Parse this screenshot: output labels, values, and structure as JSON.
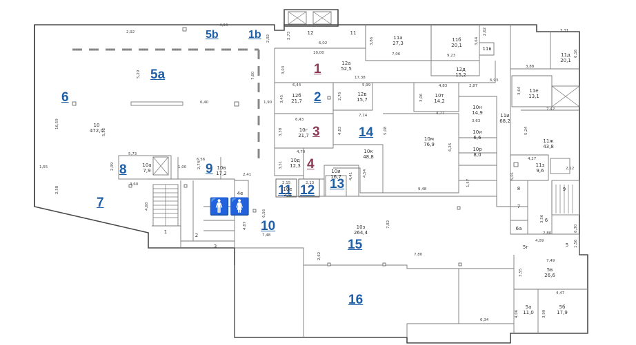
{
  "zone_labels": [
    {
      "text": "5b",
      "color": "#1f5fa8"
    },
    {
      "text": "1b",
      "color": "#1f5fa8"
    },
    {
      "text": "5a",
      "color": "#1f5fa8"
    },
    {
      "text": "6",
      "color": "#1f5fa8"
    },
    {
      "text": "1",
      "color": "#8b3a55"
    },
    {
      "text": "2",
      "color": "#1f5fa8"
    },
    {
      "text": "3",
      "color": "#8b3a55"
    },
    {
      "text": "14",
      "color": "#1f5fa8"
    },
    {
      "text": "4",
      "color": "#8b3a55"
    },
    {
      "text": "8",
      "color": "#1f5fa8"
    },
    {
      "text": "9",
      "color": "#1f5fa8"
    },
    {
      "text": "11",
      "color": "#1f5fa8"
    },
    {
      "text": "12",
      "color": "#1f5fa8"
    },
    {
      "text": "13",
      "color": "#1f5fa8"
    },
    {
      "text": "7",
      "color": "#1f5fa8"
    },
    {
      "text": "10",
      "color": "#1f5fa8"
    },
    {
      "text": "15",
      "color": "#1f5fa8"
    },
    {
      "text": "16",
      "color": "#1f5fa8"
    }
  ],
  "rooms": [
    {
      "id": "10",
      "area": "472,0"
    },
    {
      "id": "12",
      "area": ""
    },
    {
      "id": "11",
      "area": ""
    },
    {
      "id": "11а",
      "area": "27,3"
    },
    {
      "id": "11б",
      "area": "20,1"
    },
    {
      "id": "11в",
      "area": ""
    },
    {
      "id": "11д",
      "area": "20,1"
    },
    {
      "id": "12а",
      "area": "52,5"
    },
    {
      "id": "12д",
      "area": "15,2"
    },
    {
      "id": "12б",
      "area": "21,7"
    },
    {
      "id": "12в",
      "area": "15,7"
    },
    {
      "id": "10т",
      "area": "14,2"
    },
    {
      "id": "11е",
      "area": "13,1"
    },
    {
      "id": "10н",
      "area": "14,9"
    },
    {
      "id": "11и",
      "area": "68,2"
    },
    {
      "id": "10г",
      "area": "21,7"
    },
    {
      "id": "10к",
      "area": "48,8"
    },
    {
      "id": "10м",
      "area": "76,9"
    },
    {
      "id": "10и",
      "area": "6,6"
    },
    {
      "id": "10р",
      "area": "8,0"
    },
    {
      "id": "11ж",
      "area": "43,8"
    },
    {
      "id": "10д",
      "area": "12,3"
    },
    {
      "id": "10а",
      "area": "7,9"
    },
    {
      "id": "10в",
      "area": "17,2"
    },
    {
      "id": "10и",
      "area": "16,7"
    },
    {
      "id": "11з",
      "area": "9,6"
    },
    {
      "id": "10е",
      "area": "2,0"
    },
    {
      "id": "10з",
      "area": "264,4"
    },
    {
      "id": "5в",
      "area": "26,6"
    },
    {
      "id": "5а",
      "area": "11,0"
    },
    {
      "id": "5б",
      "area": "17,9"
    }
  ],
  "small_numbers": [
    "1",
    "2",
    "3",
    "4е",
    "5",
    "5г",
    "6",
    "6а",
    "7",
    "8",
    "9"
  ],
  "dimensions": [
    "2,92",
    "4,34",
    "2,92",
    "2,73",
    "6,02",
    "10,00",
    "3,86",
    "7,06",
    "9,23",
    "3,64",
    "2,62",
    "3,31",
    "6,16",
    "5,29",
    "7,60",
    "3,03",
    "17,38",
    "3,88",
    "6,44",
    "5,99",
    "4,83",
    "2,87",
    "6,93",
    "3,64",
    "1,90",
    "3,45",
    "2,76",
    "3,06",
    "4,77",
    "7,42",
    "6,40",
    "16,59",
    "5,52",
    "3,38",
    "6,43",
    "7,14",
    "4,83",
    "5,08",
    "3,63",
    "5,24",
    "4,70",
    "4,41",
    "6,26",
    "5,73",
    "2,99",
    "6,56",
    "2,74",
    "3,51",
    "2,15",
    "2,13",
    "4,54",
    "9,48",
    "5,01",
    "4,27",
    "2,12",
    "1,55",
    "2,58",
    "3,60",
    "2,41",
    "1,57",
    "4,68",
    "6,56",
    "4,87",
    "7,82",
    "3,56",
    "6,30",
    "2,80",
    "7,48",
    "4,09",
    "1,56",
    "2,62",
    "7,80",
    "7,49",
    "3,55",
    "4,47",
    "4,06",
    "3,99",
    "6,34",
    "1,00"
  ],
  "icons": {
    "restroom": "restroom-icon"
  }
}
